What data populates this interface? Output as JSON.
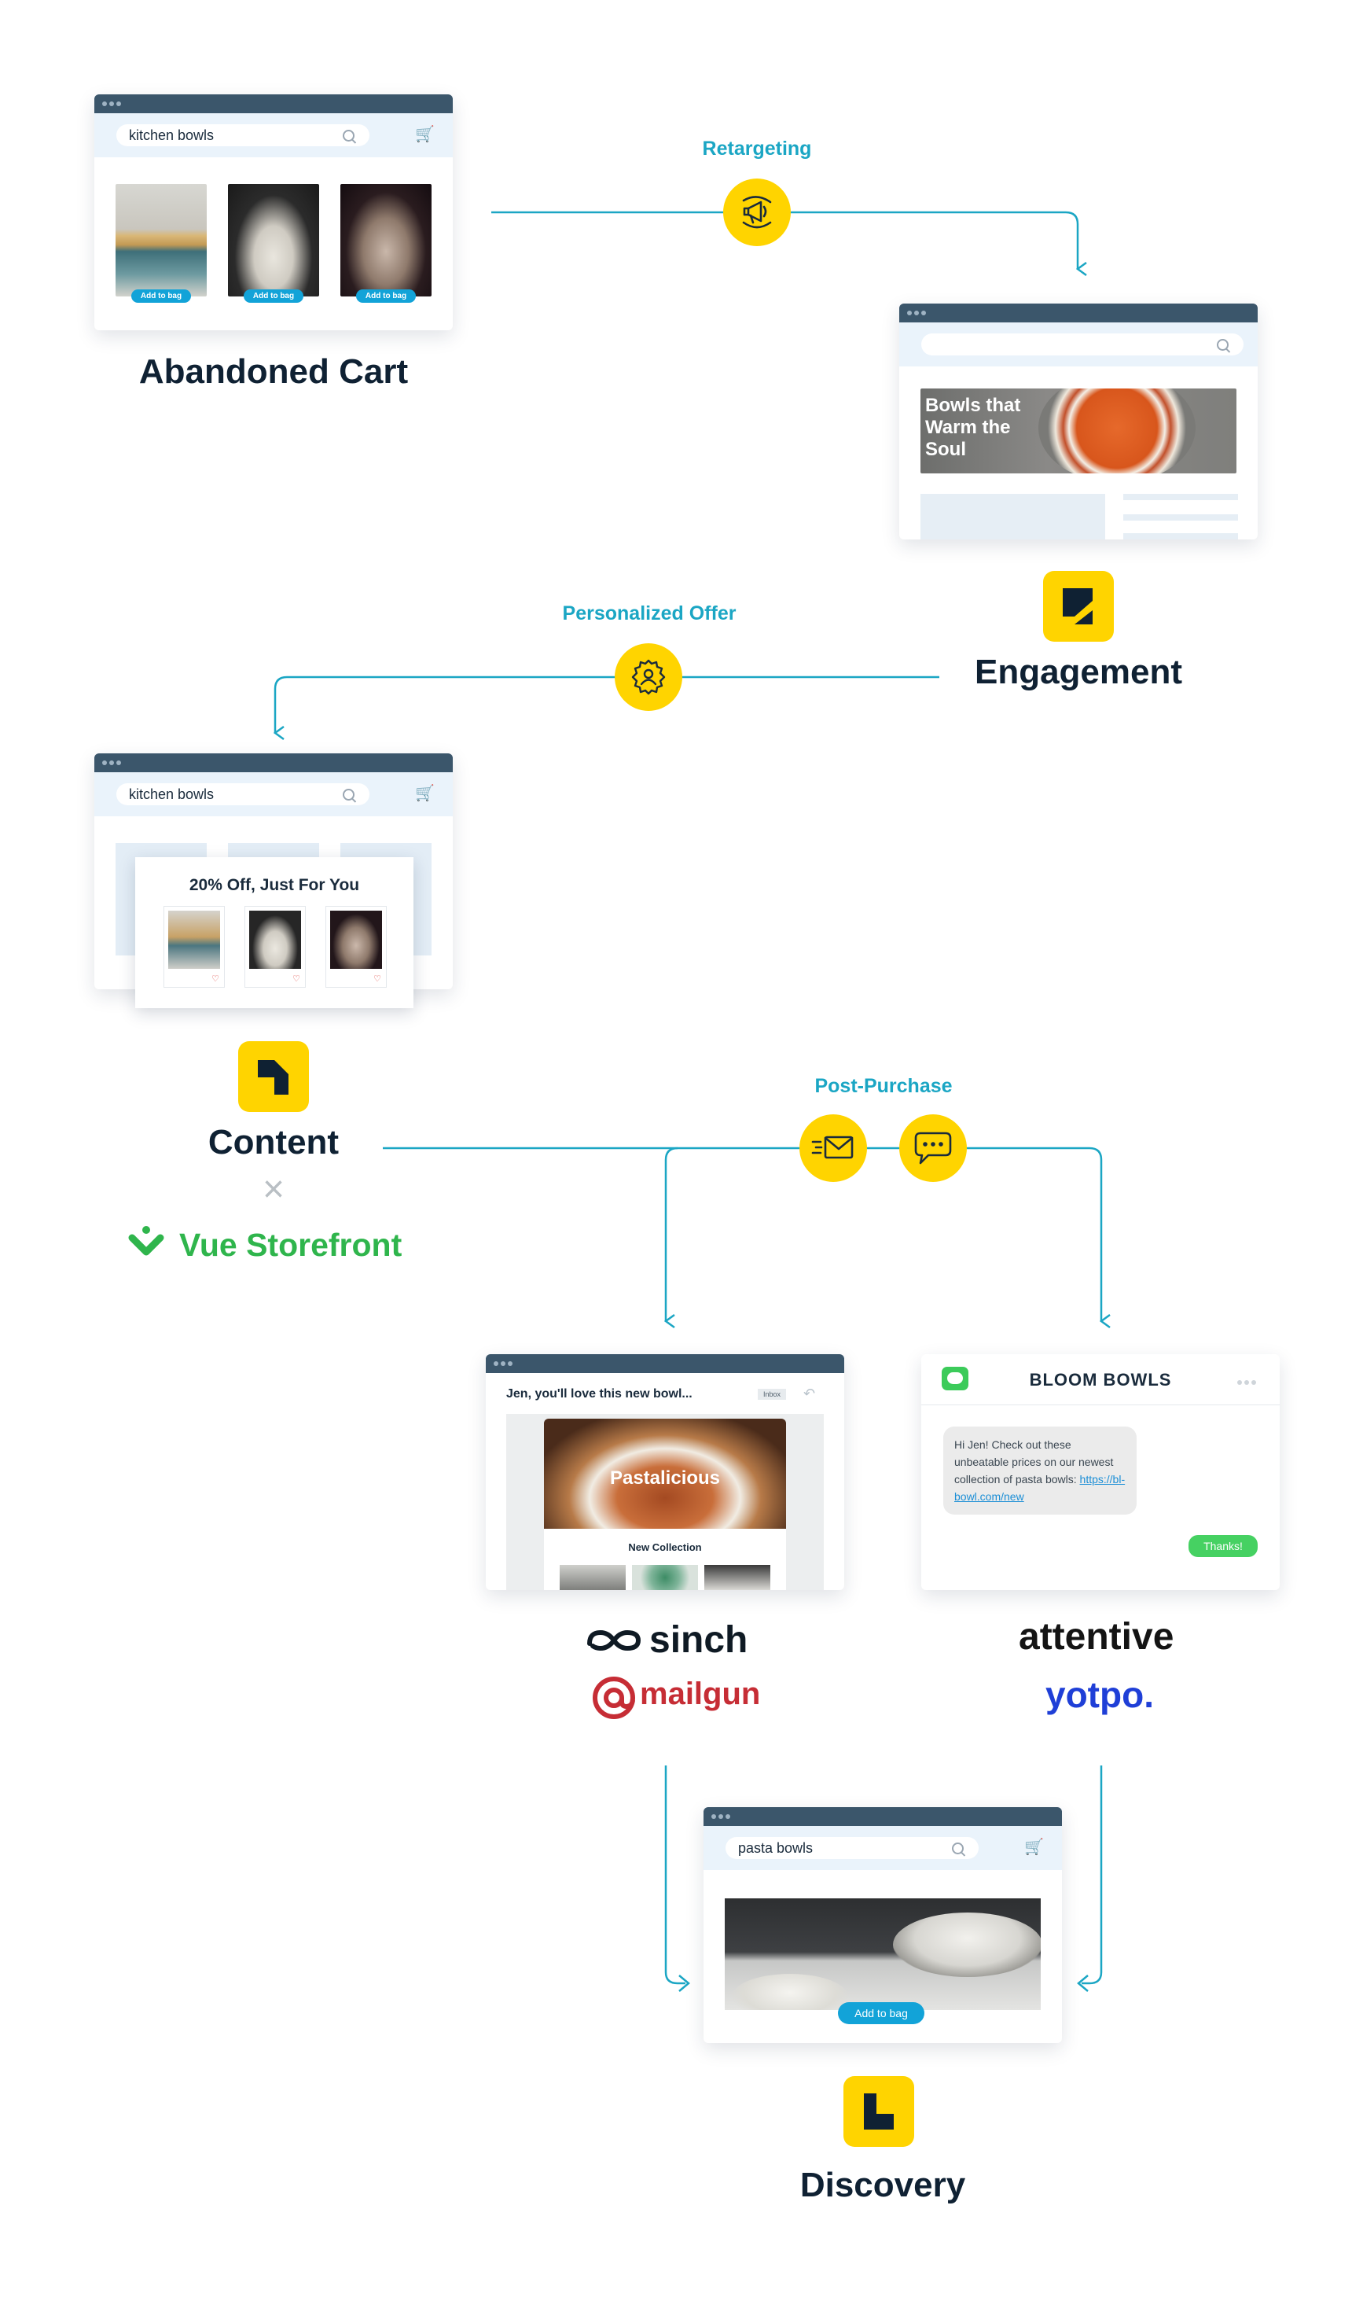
{
  "colors": {
    "accent": "#1ba6c4",
    "badge_yellow": "#ffd400",
    "window_bar": "#3b566b",
    "heading": "#0f2133",
    "vue_green": "#2fb54c",
    "mailgun_red": "#c62d35",
    "yotpo_blue": "#1f3fd7"
  },
  "flows": {
    "retargeting": "Retargeting",
    "personalized_offer": "Personalized Offer",
    "post_purchase": "Post-Purchase"
  },
  "stages": {
    "abandoned_cart": "Abandoned Cart",
    "engagement": "Engagement",
    "content": "Content",
    "discovery": "Discovery"
  },
  "window1": {
    "search_value": "kitchen bowls",
    "add_labels": [
      "Add to bag",
      "Add to bag",
      "Add to bag"
    ]
  },
  "window2": {
    "search_value": "",
    "banner_text": "Bowls that Warm the Soul"
  },
  "window3": {
    "search_value": "kitchen bowls",
    "offer_title": "20% Off, Just For You"
  },
  "email": {
    "subject": "Jen, you'll love this new bowl...",
    "inbox_tag": "Inbox",
    "hero_text": "Pastalicious",
    "section_title": "New Collection"
  },
  "sms": {
    "sender": "BLOOM BOWLS",
    "message_prefix": "Hi Jen! Check out these unbeatable prices on our newest collection of pasta bowls: ",
    "message_link": "https://bl-bowl.com/new",
    "reply": "Thanks!"
  },
  "window_discovery": {
    "search_value": "pasta bowls",
    "add_label": "Add to bag"
  },
  "brands": {
    "times": "×",
    "vue_storefront": "Vue Storefront",
    "sinch": "sinch",
    "mailgun": "mailgun",
    "attentive": "attentive",
    "yotpo": "yotpo."
  },
  "icons": {
    "retargeting": "megaphone-icon",
    "personalized_offer": "person-gear-icon",
    "email": "envelope-icon",
    "sms": "chat-bubble-icon"
  }
}
